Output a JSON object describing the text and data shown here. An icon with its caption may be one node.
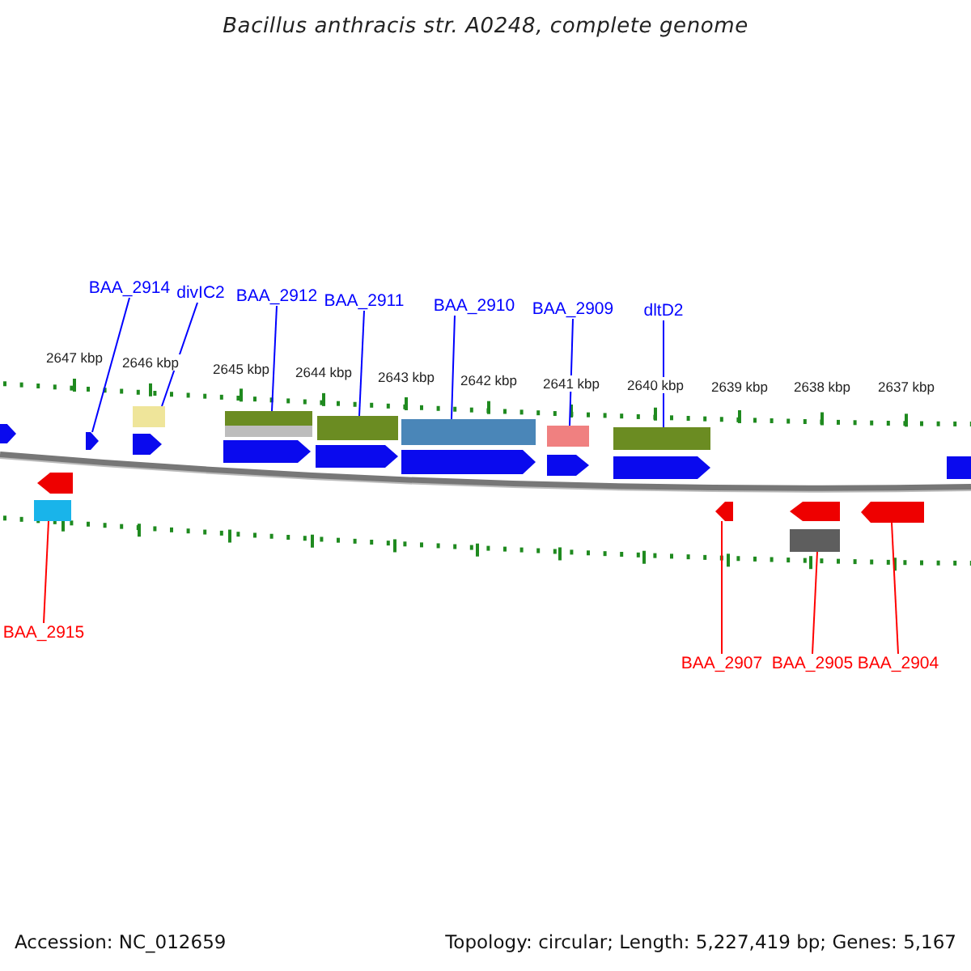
{
  "diagram": {
    "title": "Bacillus anthracis str. A0248, complete genome",
    "nodes": [
      {
        "text": [
          "BAA_2914"
        ]
      },
      {
        "text": [
          "divIC2"
        ]
      },
      {
        "text": [
          "BAA_2912"
        ]
      },
      {
        "text": [
          "BAA_2911"
        ]
      },
      {
        "text": [
          "BAA_2910"
        ]
      },
      {
        "text": [
          "BAA_2909"
        ]
      },
      {
        "text": [
          "dltD2"
        ]
      },
      {
        "text": [
          "BAA_2915"
        ]
      },
      {
        "text": [
          "BAA_2907"
        ]
      },
      {
        "text": [
          "BAA_2905"
        ]
      },
      {
        "text": [
          "BAA_2904"
        ]
      },
      {
        "text": [],
        "shape": "bar"
      },
      {
        "text": [],
        "shape": "bar"
      },
      {
        "text": [],
        "shape": "bar"
      },
      {
        "text": [],
        "shape": "bar"
      },
      {
        "text": [],
        "shape": "bar"
      },
      {
        "text": [],
        "shape": "bar"
      },
      {
        "text": [],
        "shape": "bar"
      },
      {
        "text": [],
        "shape": "bar"
      },
      {
        "text": [],
        "shape": "bar"
      },
      {
        "text": [],
        "shape": "bar"
      },
      {
        "text": [],
        "shape": "bar"
      }
    ],
    "edges": [
      {
        "from": 0,
        "to": 12,
        "arrow": "none"
      },
      {
        "from": 1,
        "to": 13,
        "arrow": "none"
      },
      {
        "from": 2,
        "to": 14,
        "arrow": "none"
      },
      {
        "from": 3,
        "to": 15,
        "arrow": "none"
      },
      {
        "from": 4,
        "to": 16,
        "arrow": "none"
      },
      {
        "from": 5,
        "to": 17,
        "arrow": "none"
      },
      {
        "from": 6,
        "to": 18,
        "arrow": "none"
      },
      {
        "from": 7,
        "to": 11,
        "arrow": "none",
        "color": "#ff0000"
      },
      {
        "from": 8,
        "to": 19,
        "arrow": "none",
        "color": "#ff0000"
      },
      {
        "from": 9,
        "to": 20,
        "arrow": "none",
        "color": "#ff0000"
      },
      {
        "from": 10,
        "to": 21,
        "arrow": "none",
        "color": "#ff0000"
      }
    ],
    "labels": [
      "2647 kbp",
      "2646 kbp",
      "2645 kbp",
      "2644 kbp",
      "2643 kbp",
      "2642 kbp",
      "2641 kbp",
      "2640 kbp",
      "2639 kbp",
      "2638 kbp",
      "2637 kbp",
      "Accession: NC_012659",
      "Topology: circular; Length: 5,227,419 bp; Genes: 5,167"
    ]
  }
}
